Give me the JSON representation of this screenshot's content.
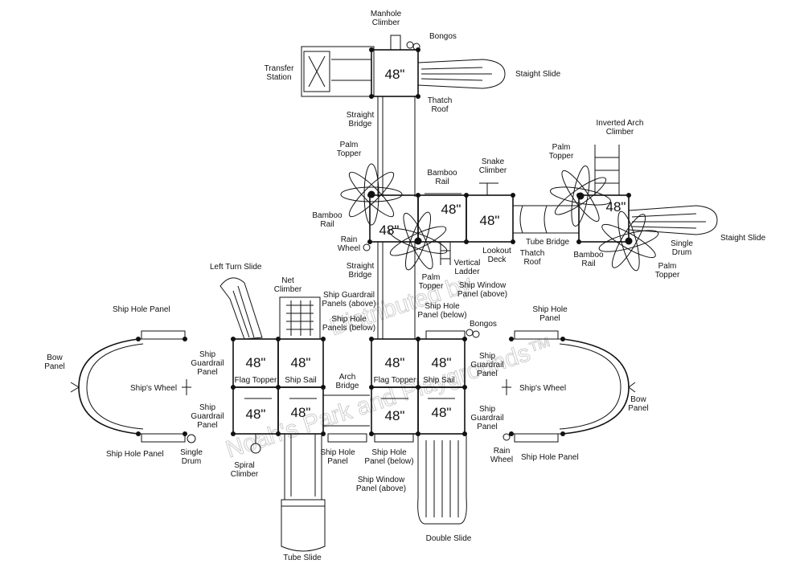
{
  "decks": {
    "top": "48\"",
    "upper_left": "48\"",
    "upper_mid": "48\"",
    "upper_right": "48\"",
    "left_tl": "48\"",
    "left_tr": "48\"",
    "left_bl": "48\"",
    "left_br": "48\"",
    "right_tl": "48\"",
    "right_tr": "48\"",
    "right_bl": "48\"",
    "right_br": "48\"",
    "far_right": "48\""
  },
  "labels": {
    "manhole_climber": [
      "Manhole",
      "Climber"
    ],
    "bongos_top": [
      "Bongos"
    ],
    "transfer_station": [
      "Transfer",
      "Station"
    ],
    "straight_slide_top": [
      "Staight Slide"
    ],
    "thatch_roof_top": [
      "Thatch",
      "Roof"
    ],
    "straight_bridge_top": [
      "Straight",
      "Bridge"
    ],
    "palm_topper_left": [
      "Palm",
      "Topper"
    ],
    "bamboo_rail_mid": [
      "Bamboo",
      "Rail"
    ],
    "snake_climber": [
      "Snake",
      "Climber"
    ],
    "palm_topper_right_top": [
      "Palm",
      "Topper"
    ],
    "inverted_arch_climber": [
      "Inverted Arch",
      "Climber"
    ],
    "bamboo_rail_left": [
      "Bamboo",
      "Rail"
    ],
    "rain_wheel_top": [
      "Rain",
      "Wheel"
    ],
    "straight_bridge_mid": [
      "Straight",
      "Bridge"
    ],
    "tube_bridge": [
      "Tube Bridge"
    ],
    "lookout_deck": [
      "Lookout",
      "Deck"
    ],
    "thatch_roof_mid": [
      "Thatch",
      "Roof"
    ],
    "vertical_ladder": [
      "Vertical",
      "Ladder"
    ],
    "palm_topper_mid": [
      "Palm",
      "Topper"
    ],
    "bamboo_rail_right": [
      "Bamboo",
      "Rail"
    ],
    "single_drum_right": [
      "Single",
      "Drum"
    ],
    "palm_topper_right_bottom": [
      "Palm",
      "Topper"
    ],
    "straight_slide_right": [
      "Staight Slide"
    ],
    "left_turn_slide": [
      "Left Turn Slide"
    ],
    "net_climber": [
      "Net",
      "Climber"
    ],
    "ship_guardrail_panels_above": [
      "Ship Guardrail",
      "Panels (above)"
    ],
    "ship_hole_panels_below": [
      "Ship Hole",
      "Panels (below)"
    ],
    "ship_window_panel_above_top": [
      "Ship Window",
      "Panel (above)"
    ],
    "ship_hole_panel_below_top": [
      "Ship Hole",
      "Panel (below)"
    ],
    "bongos_mid": [
      "Bongos"
    ],
    "ship_hole_panel_left_top": [
      "Ship Hole Panel"
    ],
    "ship_hole_panel_right_top": [
      "Ship Hole",
      "Panel"
    ],
    "bow_panel_left": [
      "Bow",
      "Panel"
    ],
    "ships_wheel_left": [
      "Ship's Wheel"
    ],
    "ship_guardrail_panel_l1": [
      "Ship",
      "Guardrail",
      "Panel"
    ],
    "ship_guardrail_panel_l2": [
      "Ship",
      "Guardrail",
      "Panel"
    ],
    "flag_topper_left": [
      "Flag Topper"
    ],
    "ship_sail_left": [
      "Ship Sail"
    ],
    "arch_bridge": [
      "Arch",
      "Bridge"
    ],
    "flag_topper_right": [
      "Flag Topper"
    ],
    "ship_sail_right": [
      "Ship Sail"
    ],
    "ship_guardrail_panel_r1": [
      "Ship",
      "Guardrail",
      "Panel"
    ],
    "ship_guardrail_panel_r2": [
      "Ship",
      "Guardrail",
      "Panel"
    ],
    "ships_wheel_right": [
      "Ship's Wheel"
    ],
    "bow_panel_right": [
      "Bow",
      "Panel"
    ],
    "ship_hole_panel_left_bottom": [
      "Ship Hole Panel"
    ],
    "single_drum_left": [
      "Single",
      "Drum"
    ],
    "spiral_climber": [
      "Spiral",
      "Climber"
    ],
    "ship_hole_panel_bottom_mid": [
      "Ship Hole",
      "Panel"
    ],
    "ship_hole_panel_below_bottom": [
      "Ship Hole",
      "Panel (below)"
    ],
    "ship_window_panel_above_bottom": [
      "Ship Window",
      "Panel (above)"
    ],
    "rain_wheel_right": [
      "Rain",
      "Wheel"
    ],
    "ship_hole_panel_right_bottom": [
      "Ship Hole Panel"
    ],
    "double_slide": [
      "Double Slide"
    ],
    "tube_slide": [
      "Tube Slide"
    ]
  },
  "watermark": [
    "Distributed by",
    "Noah's Park and Playgrounds™"
  ]
}
